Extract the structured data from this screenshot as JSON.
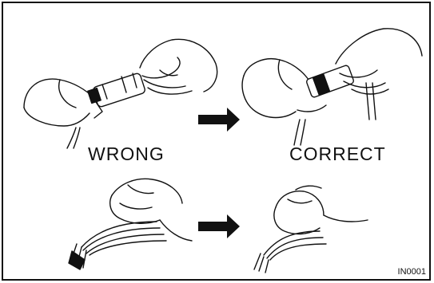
{
  "labels": {
    "wrong": "WRONG",
    "correct": "CORRECT",
    "figure_code": "IN0001"
  },
  "icons": [
    "arrow-right-icon",
    "arrow-right-icon"
  ],
  "colors": {
    "ink": "#111111",
    "paper": "#ffffff"
  }
}
